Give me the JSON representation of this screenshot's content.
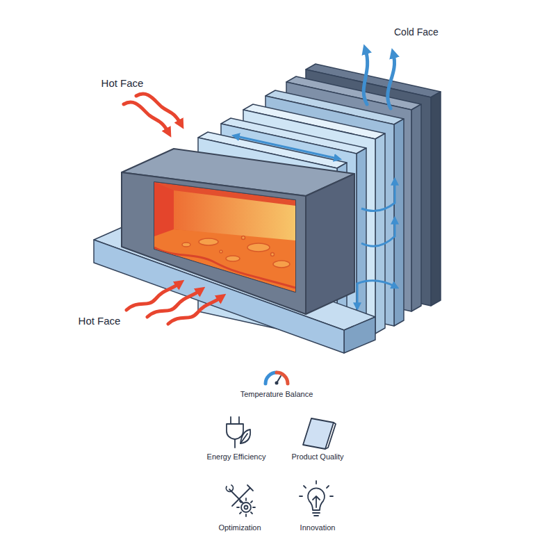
{
  "diagram": {
    "labels": [
      "Cold Face",
      "Hot Face",
      "Hot Face",
      "Temperature Balance",
      "Energy Efficiency",
      "Product Quality",
      "Optimization",
      "Innovation"
    ]
  }
}
